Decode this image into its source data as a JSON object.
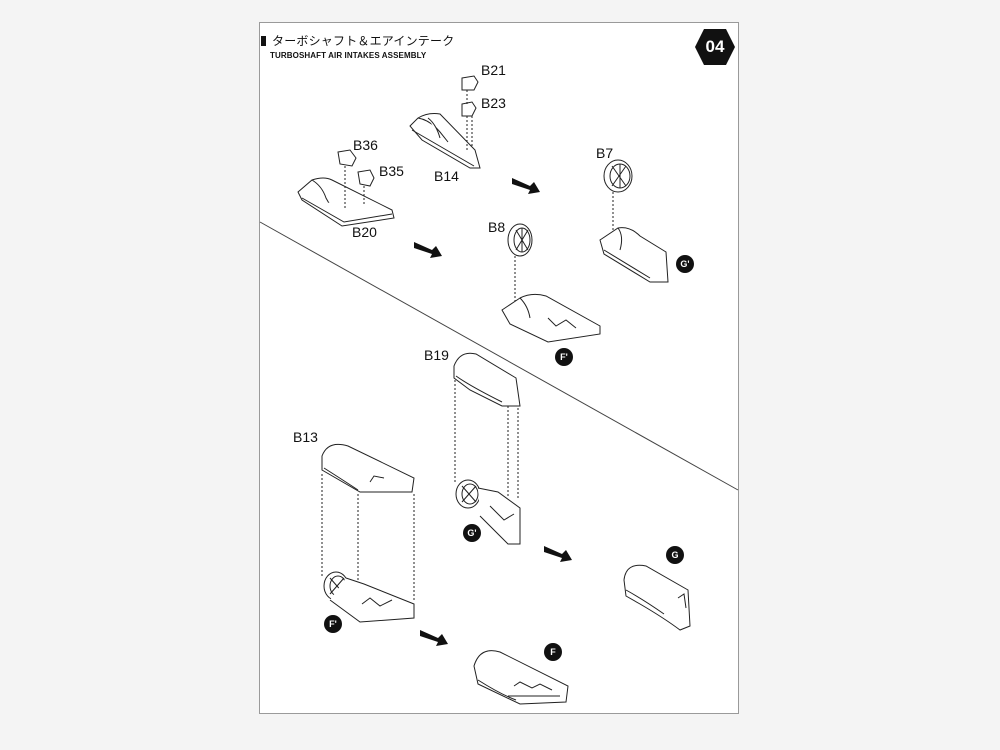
{
  "step": {
    "number": "04"
  },
  "title": {
    "jp": "ターボシャフト＆エアインテーク",
    "en": "TURBOSHAFT AIR INTAKES ASSEMBLY"
  },
  "parts": {
    "b21": "B21",
    "b23": "B23",
    "b14": "B14",
    "b36": "B36",
    "b35": "B35",
    "b20": "B20",
    "b7": "B7",
    "b8": "B8",
    "b19": "B19",
    "b13": "B13"
  },
  "refs": {
    "g_prime_top": "G'",
    "f_prime_mid": "F'",
    "g_prime_low": "G'",
    "f_prime_low": "F'",
    "g": "G",
    "f": "F"
  }
}
